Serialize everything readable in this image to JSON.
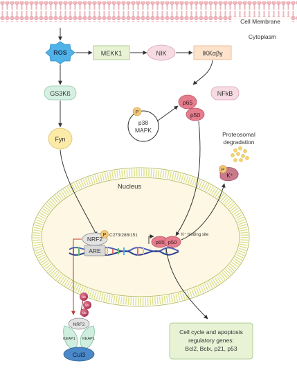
{
  "labels": {
    "cell_membrane": "Cell Membrane",
    "cytoplasm": "Cytoplasm",
    "nucleus": "Nucleus",
    "ros": "ROS",
    "mekk1": "MEKK1",
    "nik": "NIK",
    "ikk": "IKKαβγ",
    "gs3k": "GS3Kß",
    "nfkb": "NFkB",
    "p65": "p65",
    "p50": "p50",
    "p38_line1": "p38",
    "p38_line2": "MAPK",
    "phospho": "P",
    "proteasome_line1": "Proteosomal",
    "proteasome_line2": "degradation",
    "kplus": "K⁺",
    "fyn": "Fyn",
    "kplus_binding": "K⁺ binding site",
    "nrf2": "NRF2",
    "phospho_sites": "C273/288/151",
    "are": "ARE",
    "keap1": "KEAP1",
    "cul3": "Cul3",
    "ub": "Ub",
    "genes_line1": "Cell cycle and apoptosis",
    "genes_line2": "regulatory genes:",
    "genes_line3": "Bcl2, Bclx, p21, p53"
  },
  "colors": {
    "membrane_pink": "#f2b7bd",
    "membrane_dark": "#d98b94",
    "ros_blue": "#4fb3e8",
    "mekk1_green": "#e8f3d6",
    "nik_pink": "#f7dbe3",
    "ikk_peach": "#fde2cc",
    "gs3k_mint": "#d6f0e4",
    "fyn_yellow": "#fbeaa8",
    "p65_pink": "#e57d8c",
    "nucleus_fill": "#fdf7e3",
    "nucleus_border": "#d9d98a",
    "keap1_mint": "#cfeee0",
    "cul3_blue": "#4a88c7",
    "ub_red": "#c64a68",
    "genes_green": "#e8f3d6"
  }
}
